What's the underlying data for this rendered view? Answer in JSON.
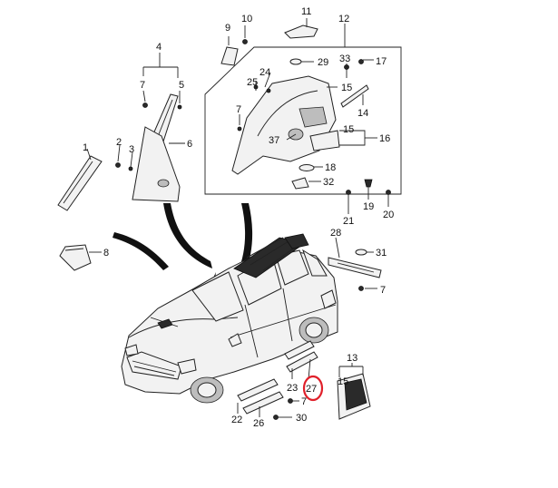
{
  "diagram": {
    "callouts": [
      {
        "id": "c1",
        "text": "1"
      },
      {
        "id": "c2",
        "text": "2"
      },
      {
        "id": "c3",
        "text": "3"
      },
      {
        "id": "c4",
        "text": "4"
      },
      {
        "id": "c5",
        "text": "5"
      },
      {
        "id": "c6",
        "text": "6"
      },
      {
        "id": "c7a",
        "text": "7"
      },
      {
        "id": "c8",
        "text": "8"
      },
      {
        "id": "c9",
        "text": "9"
      },
      {
        "id": "c10",
        "text": "10"
      },
      {
        "id": "c11",
        "text": "11"
      },
      {
        "id": "c12",
        "text": "12"
      },
      {
        "id": "c29",
        "text": "29"
      },
      {
        "id": "c33",
        "text": "33"
      },
      {
        "id": "c17",
        "text": "17"
      },
      {
        "id": "c24",
        "text": "24"
      },
      {
        "id": "c25",
        "text": "25"
      },
      {
        "id": "c15a",
        "text": "15"
      },
      {
        "id": "c7b",
        "text": "7"
      },
      {
        "id": "c14",
        "text": "14"
      },
      {
        "id": "c37",
        "text": "37"
      },
      {
        "id": "c15b",
        "text": "15"
      },
      {
        "id": "c16",
        "text": "16"
      },
      {
        "id": "c18",
        "text": "18"
      },
      {
        "id": "c32",
        "text": "32"
      },
      {
        "id": "c19",
        "text": "19"
      },
      {
        "id": "c20",
        "text": "20"
      },
      {
        "id": "c21",
        "text": "21"
      },
      {
        "id": "c28",
        "text": "28"
      },
      {
        "id": "c31",
        "text": "31"
      },
      {
        "id": "c7c",
        "text": "7"
      },
      {
        "id": "c13",
        "text": "13"
      },
      {
        "id": "c15c",
        "text": "15"
      },
      {
        "id": "c23",
        "text": "23"
      },
      {
        "id": "c27",
        "text": "27"
      },
      {
        "id": "c7d",
        "text": "7"
      },
      {
        "id": "c30",
        "text": "30"
      },
      {
        "id": "c22",
        "text": "22"
      },
      {
        "id": "c26",
        "text": "26"
      }
    ],
    "highlight_color": "#e0202a"
  }
}
